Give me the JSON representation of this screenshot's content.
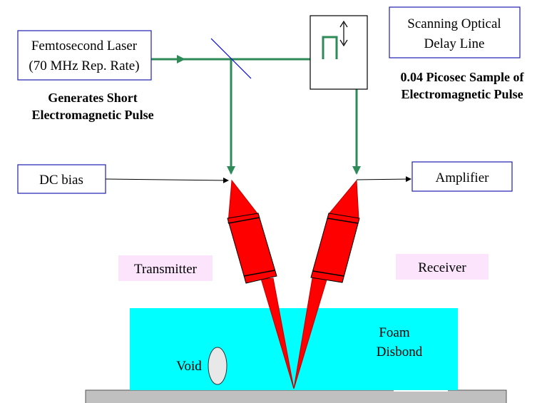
{
  "labels": {
    "laser_line1": "Femtosecond Laser",
    "laser_line2": "(70 MHz Rep. Rate)",
    "generates_line1": "Generates Short",
    "generates_line2": "Electromagnetic Pulse",
    "delay_line1": "Scanning Optical",
    "delay_line2": "Delay Line",
    "sample_line1": "0.04 Picosec Sample of",
    "sample_line2": "Electromagnetic Pulse",
    "dc_bias": "DC bias",
    "amplifier": "Amplifier",
    "transmitter": "Transmitter",
    "receiver": "Receiver",
    "foam_line1": "Foam",
    "foam_line2": "Disbond",
    "void": "Void"
  },
  "colors": {
    "beam": "#2e8b57",
    "emitter": "#ff0000",
    "foam": "#00ffff",
    "substrate": "#c0c0c0",
    "tag_background": "#fce4fc",
    "box_border": "#1f1fb0"
  }
}
